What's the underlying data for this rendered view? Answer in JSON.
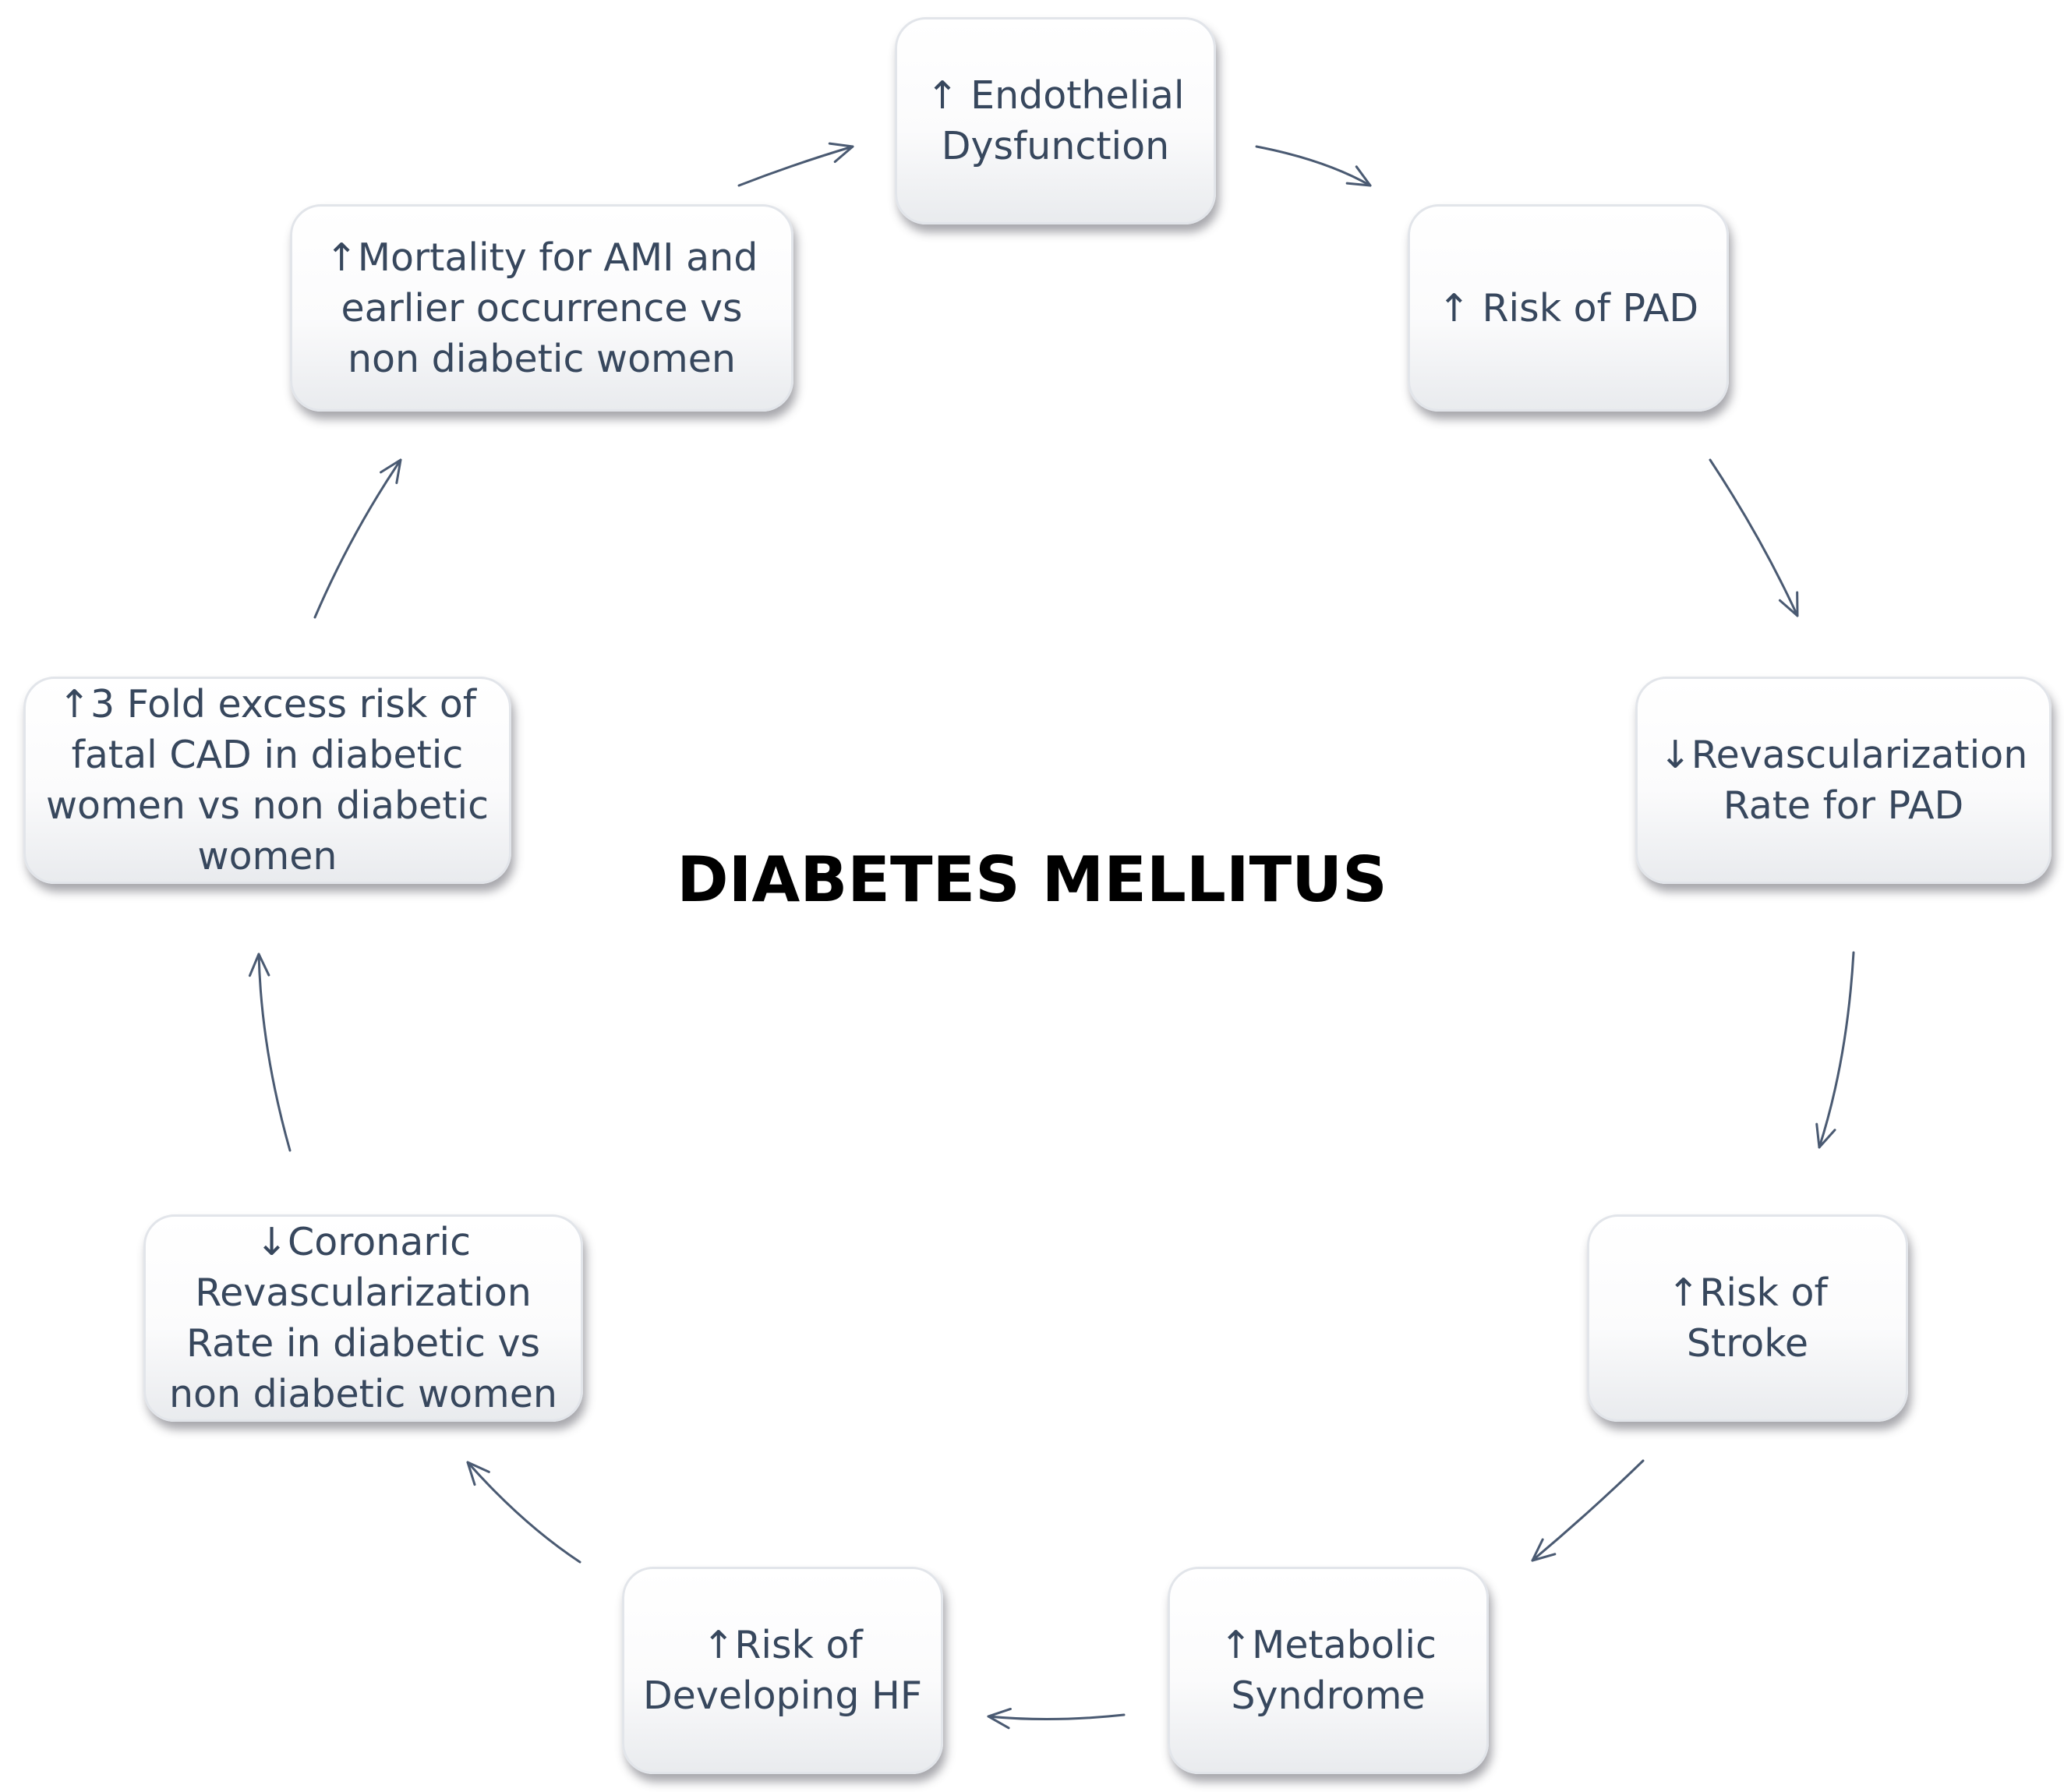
{
  "colors": {
    "box_text": "#37475d",
    "arrow": "#4a5a72",
    "title": "#000000"
  },
  "diagram": {
    "title": "DIABETES MELLITUS",
    "nodes": [
      {
        "id": "endothelial",
        "text": "↑ Endothelial\nDysfunction"
      },
      {
        "id": "pad-risk",
        "text": "↑ Risk of PAD"
      },
      {
        "id": "revasc-pad",
        "text": "↓Revascularization\nRate for PAD"
      },
      {
        "id": "stroke",
        "text": "↑Risk of\nStroke"
      },
      {
        "id": "metabolic",
        "text": "↑Metabolic\nSyndrome"
      },
      {
        "id": "hf",
        "text": "↑Risk of\nDeveloping HF"
      },
      {
        "id": "coronaric",
        "text": "↓Coronaric\nRevascularization\nRate in diabetic vs\nnon diabetic women"
      },
      {
        "id": "cad",
        "text": "↑3 Fold excess risk of\nfatal CAD in diabetic\nwomen vs non diabetic\nwomen"
      },
      {
        "id": "ami",
        "text": "↑Mortality for AMI  and\nearlier occurrence vs\nnon diabetic women"
      }
    ],
    "edges": [
      {
        "from": "endothelial",
        "to": "pad-risk"
      },
      {
        "from": "pad-risk",
        "to": "revasc-pad"
      },
      {
        "from": "revasc-pad",
        "to": "stroke"
      },
      {
        "from": "stroke",
        "to": "metabolic"
      },
      {
        "from": "metabolic",
        "to": "hf"
      },
      {
        "from": "hf",
        "to": "coronaric"
      },
      {
        "from": "coronaric",
        "to": "cad"
      },
      {
        "from": "cad",
        "to": "ami"
      },
      {
        "from": "ami",
        "to": "endothelial"
      }
    ]
  }
}
